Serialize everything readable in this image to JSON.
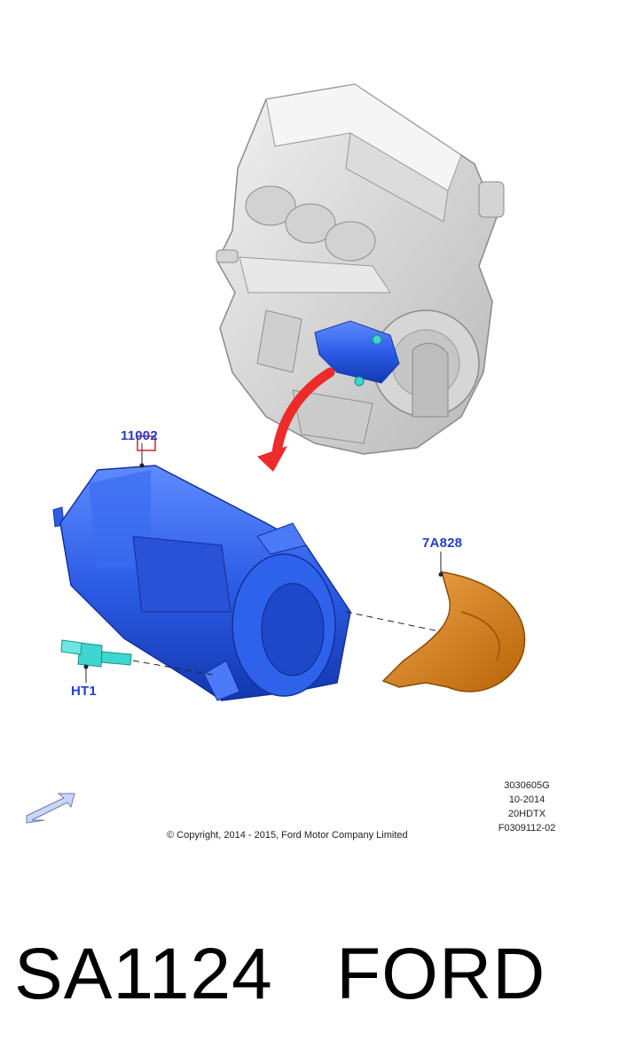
{
  "callouts": {
    "starter": "11002",
    "shield": "7A828",
    "bolt": "HT1"
  },
  "copyright": "© Copyright, 2014 - 2015, Ford Motor Company Limited",
  "illustration_codes": [
    "3030605G",
    "10-2014",
    "20HDTX",
    "F0309112-02"
  ],
  "caption": {
    "part_number": "SA1124",
    "brand": "FORD"
  },
  "colors": {
    "starter": "#2d5de6",
    "shield": "#d9820f",
    "bolt": "#3fd6cf",
    "callout_text": "#1f3fd1",
    "arrow": "#ee2a2a",
    "engine": "#e0e0e0"
  }
}
